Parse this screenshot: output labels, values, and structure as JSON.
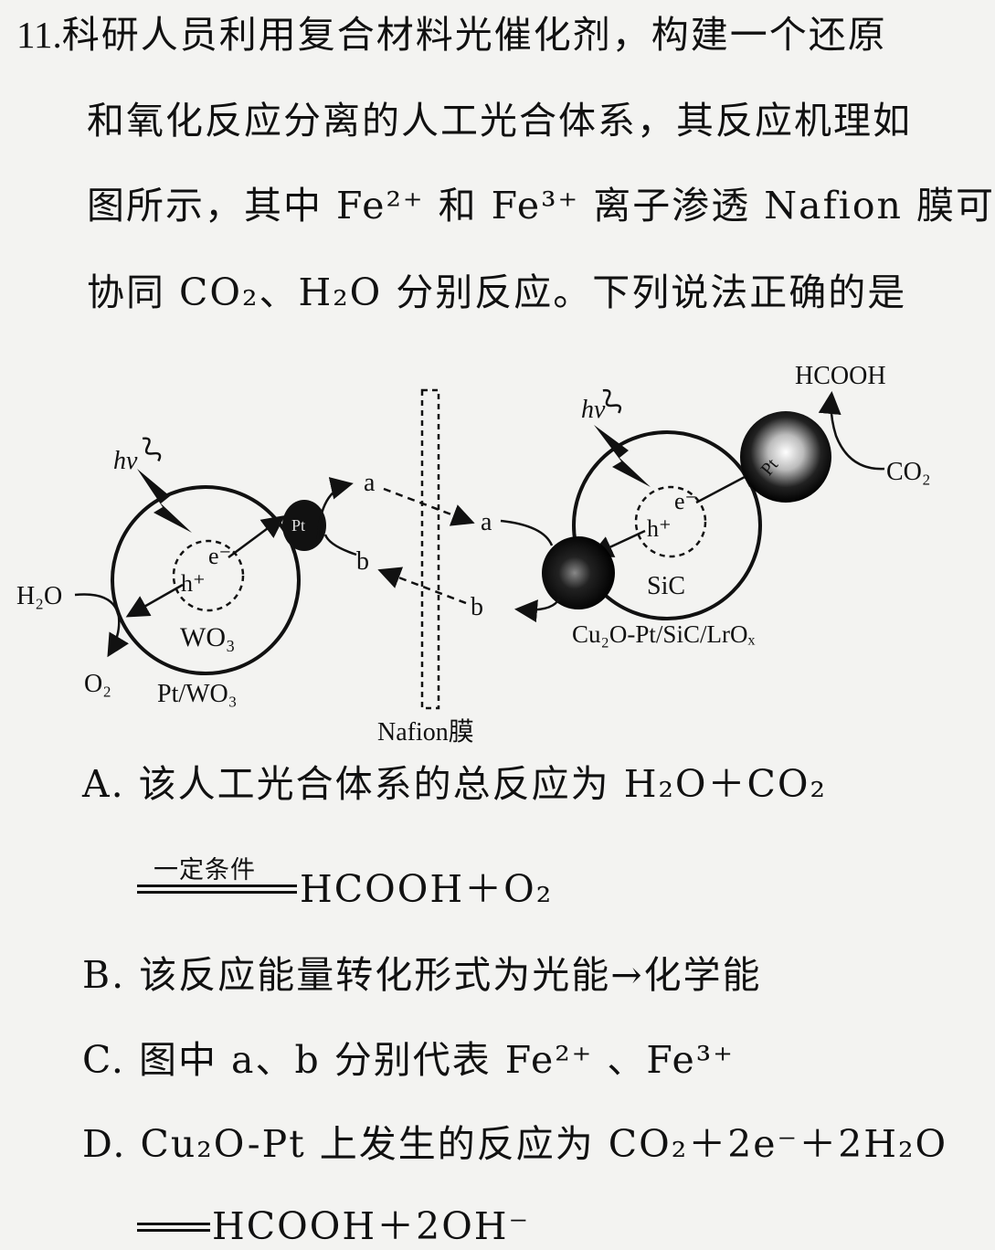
{
  "question": {
    "number": "11.",
    "stem": [
      "科研人员利用复合材料光催化剂，构建一个还原",
      "和氧化反应分离的人工光合体系，其反应机理如",
      "图所示，其中 Fe²⁺ 和 Fe³⁺ 离子渗透 Nafion 膜可",
      "协同 CO₂、H₂O 分别反应。下列说法正确的是"
    ]
  },
  "diagram": {
    "labels": {
      "hv_left": "hν",
      "hv_right": "hν",
      "h2o": "H₂O",
      "o2": "O₂",
      "wo3": "WO₃",
      "pt_wo3": "Pt/WO₃",
      "pt_left": "Pt",
      "pt_right": "Pt",
      "a_left": "a",
      "b_left": "b",
      "a_right": "a",
      "b_right": "b",
      "membrane": "Nafion膜",
      "sic": "SiC",
      "catalyst_right": "Cu₂O-Pt/SiC/LrOₓ",
      "hcooh": "HCOOH",
      "co2": "CO₂",
      "h_plus_left": "h⁺",
      "e_minus_left": "e⁻",
      "h_plus_right": "h⁺",
      "e_minus_right": "e⁻"
    }
  },
  "options": {
    "A_line1": "A. 该人工光合体系的总反应为 H₂O＋CO₂",
    "A_condition": "一定条件",
    "A_line2": "HCOOH＋O₂",
    "B": "B. 该反应能量转化形式为光能→化学能",
    "C": "C. 图中 a、b 分别代表 Fe²⁺ 、Fe³⁺",
    "D_line1": "D. Cu₂O-Pt 上发生的反应为 CO₂＋2e⁻＋2H₂O",
    "D_line2": "HCOOH＋2OH⁻"
  }
}
